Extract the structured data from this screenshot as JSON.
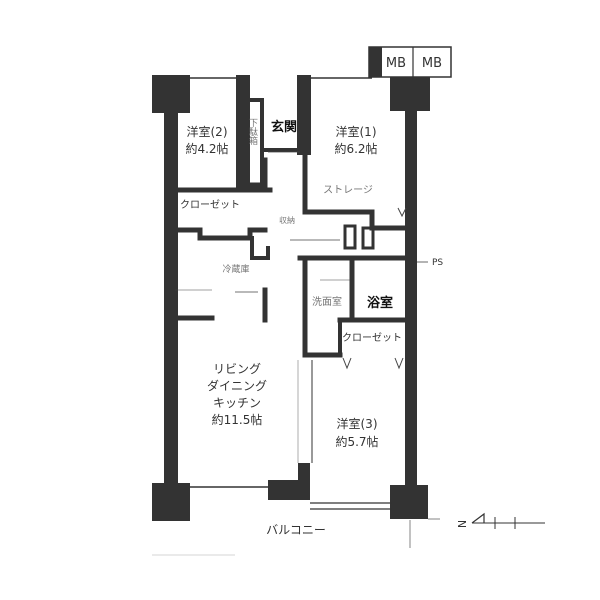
{
  "meter_boxes": [
    "MB",
    "MB"
  ],
  "rooms": {
    "western2": {
      "name": "洋室(2)",
      "area": "約4.2帖"
    },
    "entrance": {
      "name": "玄関"
    },
    "shoebox": {
      "name": "下駄箱"
    },
    "western1": {
      "name": "洋室(1)",
      "area": "約6.2帖"
    },
    "storage": {
      "name": "ストレージ"
    },
    "closet_w": {
      "name": "クローゼット"
    },
    "hallway_label": {
      "name": "収納"
    },
    "fridge": {
      "name": "冷蔵庫"
    },
    "washroom": {
      "name": "洗面室"
    },
    "bathroom": {
      "name": "浴室"
    },
    "closet_e": {
      "name": "クローゼット"
    },
    "ldk": {
      "name_1": "リビング",
      "name_2": "ダイニング",
      "name_3": "キッチン",
      "area": "約11.5帖"
    },
    "western3": {
      "name": "洋室(3)",
      "area": "約5.7帖"
    }
  },
  "balcony": "バルコニー",
  "ps_label": "PS",
  "compass": "N"
}
